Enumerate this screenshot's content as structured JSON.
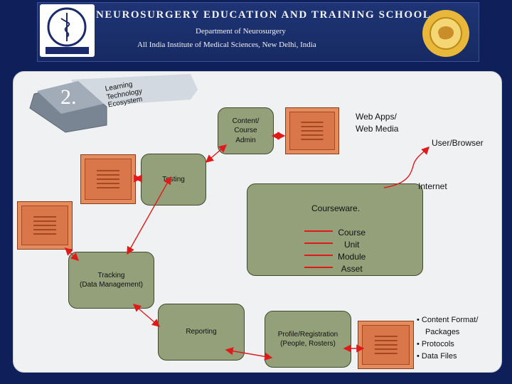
{
  "header": {
    "title": "NEUROSURGERY EDUCATION AND TRAINING SCHOOL",
    "department": "Department of Neurosurgery",
    "institute": "All India Institute of Medical Sciences, New Delhi, India"
  },
  "badge": {
    "number": "2.",
    "line1": "Learning",
    "line2": "Technology",
    "line3": "Ecosystem"
  },
  "nodes": {
    "content_admin_1": "Content/",
    "content_admin_2": "Course",
    "content_admin_3": "Admin",
    "testing": "Testing",
    "tracking_1": "Tracking",
    "tracking_2": "(Data Management)",
    "reporting": "Reporting",
    "profile_1": "Profile/Registration",
    "profile_2": "(People, Rosters)",
    "courseware_title": "Courseware.",
    "courseware_items": [
      "Course",
      "Unit",
      "Module",
      "Asset"
    ]
  },
  "labels": {
    "web_apps_1": "Web Apps/",
    "web_apps_2": "Web Media",
    "user_browser": "User/Browser",
    "internet": "Internet"
  },
  "bullets": [
    "Content Format/",
    "Packages",
    "Protocols",
    "Data Files"
  ],
  "colors": {
    "box": "#94a07a",
    "doc": "#d9774a",
    "arrow": "#e01a1a"
  }
}
